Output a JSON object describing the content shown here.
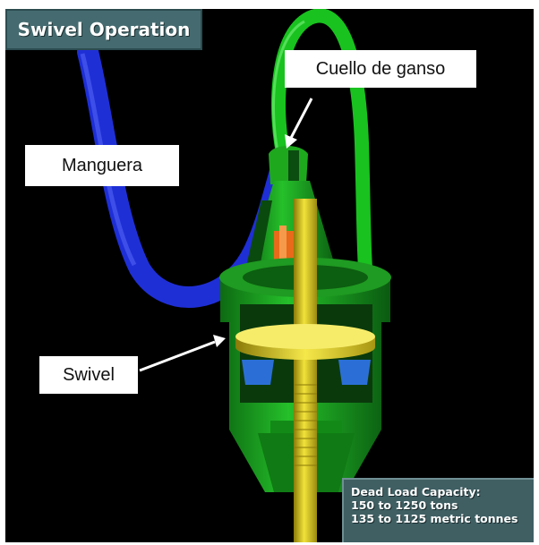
{
  "title": "Swivel Operation",
  "labels": {
    "gooseneck": "Cuello de ganso",
    "hose": "Manguera",
    "swivel": "Swivel"
  },
  "capacity": {
    "heading": "Dead Load Capacity:",
    "tons": "150 to 1250 tons",
    "metric": "135 to 1125 metric tonnes"
  },
  "colors": {
    "background": "#000000",
    "hose": "#1f2fd6",
    "gooseneck_pipe": "#19c21f",
    "housing": "#1ea81e",
    "stem": "#e6d21a",
    "bearing": "#2b6fd6",
    "packing": "#e86a1a",
    "title_plate": "#456b70"
  },
  "icons": [
    "arrow-icon"
  ]
}
